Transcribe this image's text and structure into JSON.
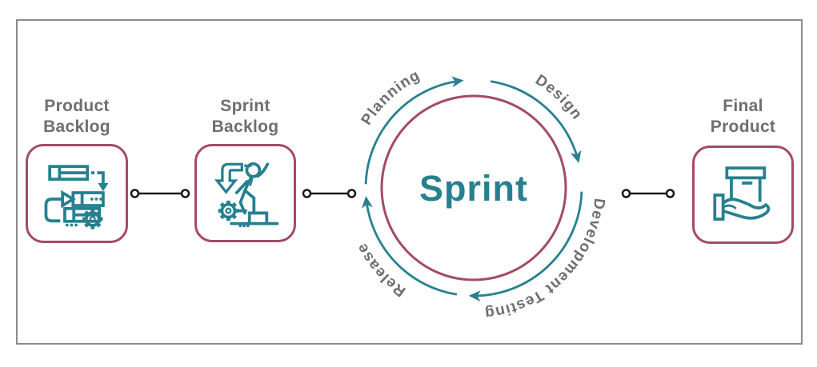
{
  "nodes": {
    "product_backlog": {
      "line1": "Product",
      "line2": "Backlog"
    },
    "sprint_backlog": {
      "line1": "Sprint",
      "line2": "Backlog"
    },
    "final_product": {
      "line1": "Final",
      "line2": "Product"
    }
  },
  "cycle": {
    "center_label": "Sprint",
    "stage_planning": "Planning",
    "stage_design": "Design",
    "stage_dev_testing": "Development Testing",
    "stage_release": "Release"
  },
  "icons": {
    "product_backlog": "backlog-list-gear-icon",
    "sprint_backlog": "person-climbing-steps-gear-icon",
    "final_product": "hand-holding-box-icon",
    "connector": "link-line-icon",
    "cycle_arrows": "clockwise-arrow-cycle-icon"
  },
  "colors": {
    "teal": "#27808F",
    "maroon": "#A34A67",
    "label_gray": "#6D6E71",
    "connector_black": "#1A1A1A",
    "frame_gray": "#8A8C8E",
    "background": "#FFFFFF"
  }
}
